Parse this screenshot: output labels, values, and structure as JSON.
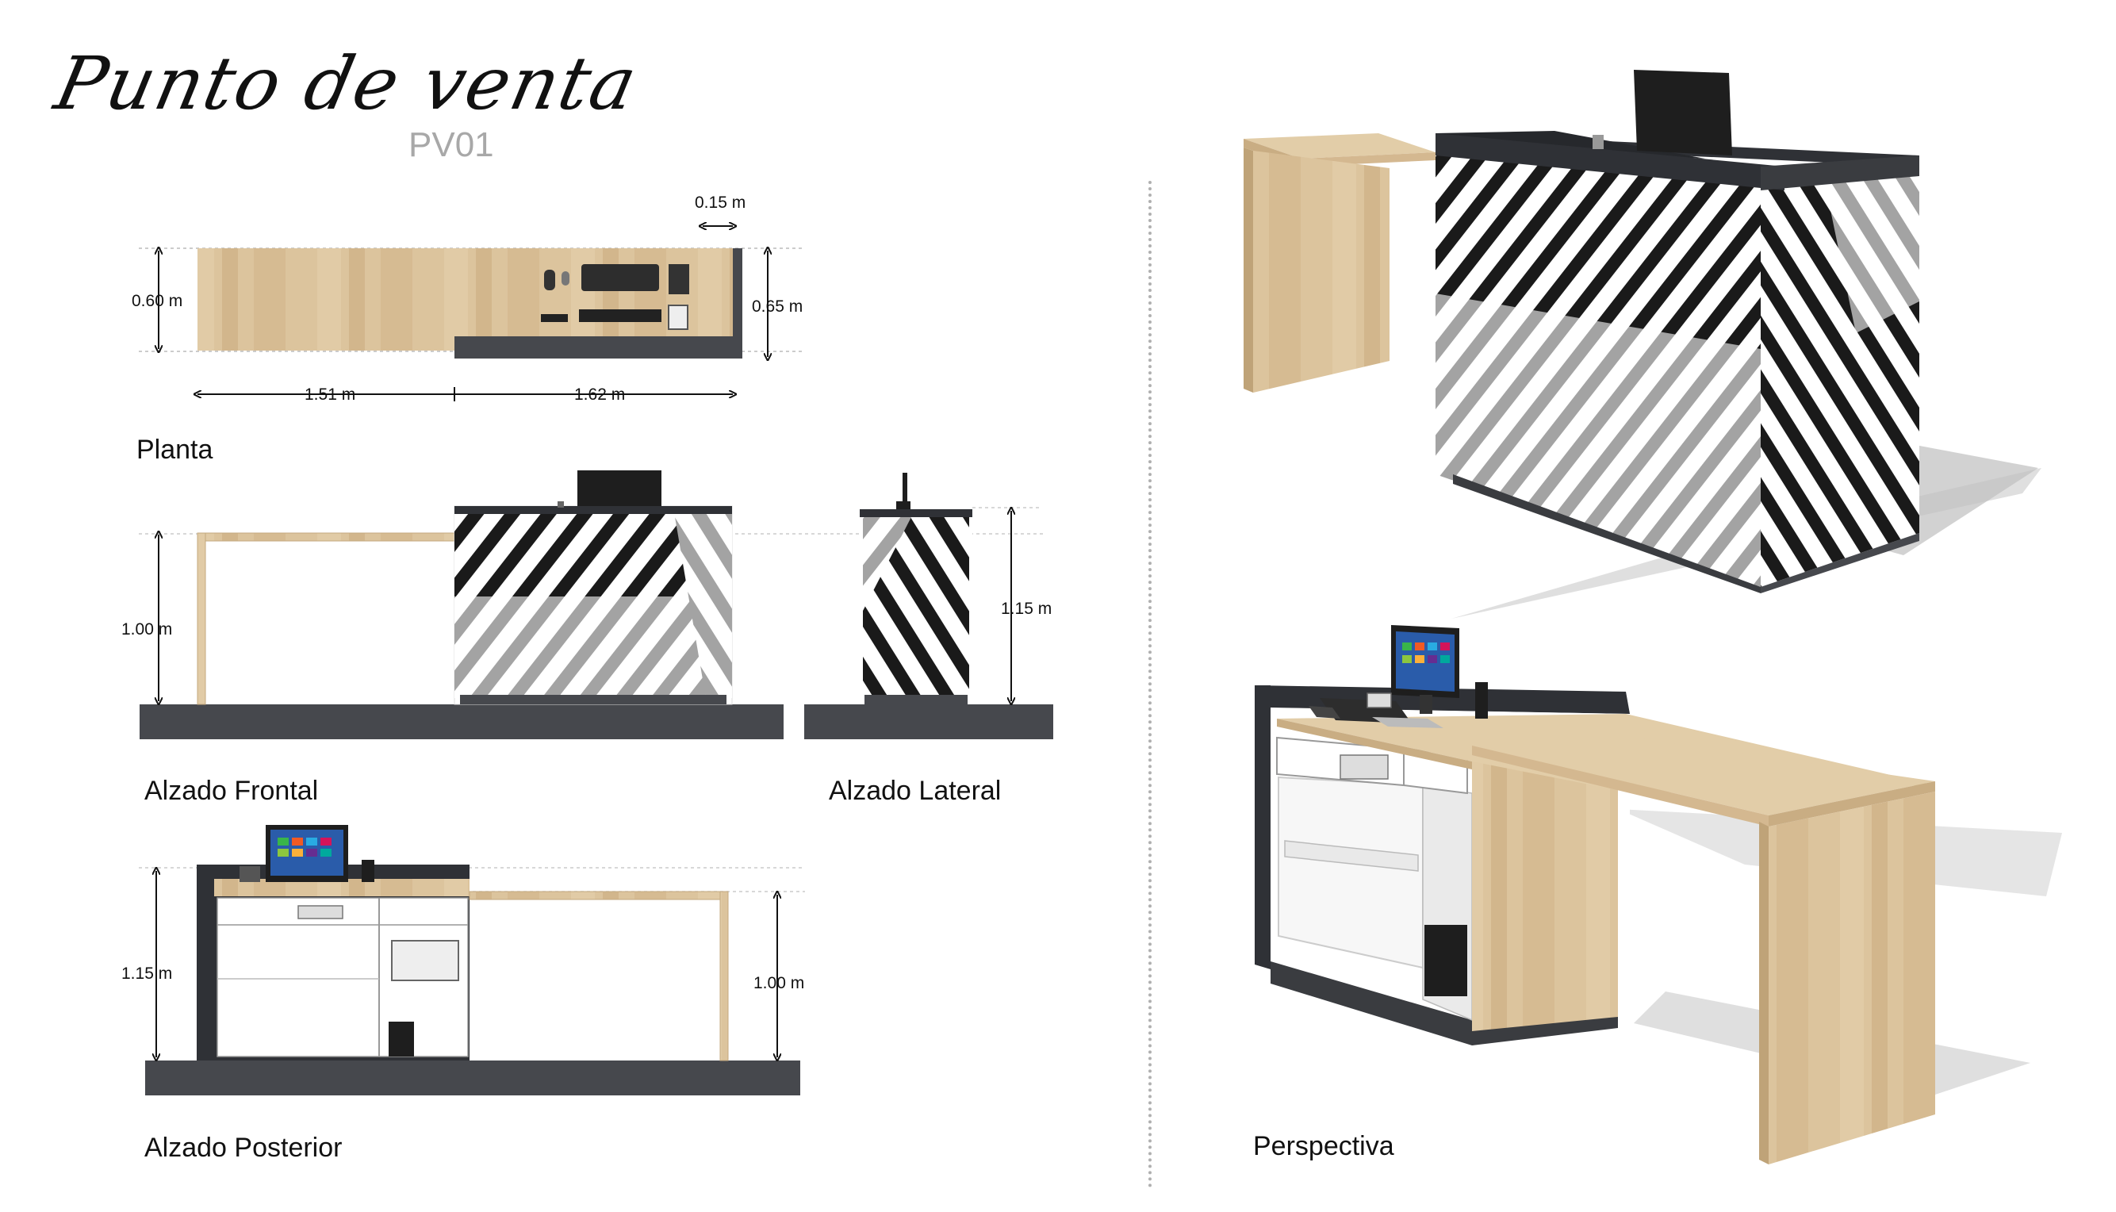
{
  "header": {
    "title": "Punto de venta",
    "code": "PV01"
  },
  "views": {
    "planta": "Planta",
    "alzado_frontal": "Alzado Frontal",
    "alzado_lateral": "Alzado Lateral",
    "alzado_posterior": "Alzado Posterior",
    "perspectiva": "Perspectiva"
  },
  "dimensions": {
    "plan_depth_left": "0.60 m",
    "plan_depth_right": "0.65 m",
    "plan_offset": "0.15 m",
    "plan_width_left": "1.51 m",
    "plan_width_right": "1.62 m",
    "front_height": "1.00 m",
    "side_height": "1.15 m",
    "rear_height_left": "1.15 m",
    "rear_height_right": "1.00 m"
  },
  "colors": {
    "wood": "#d9c19a",
    "wood_dark": "#c9ad83",
    "counter_dark": "#3d3f44",
    "floor": "#4a4c51",
    "stripe": "#1a1a1a",
    "stripe_light": "#9a9a9a"
  }
}
